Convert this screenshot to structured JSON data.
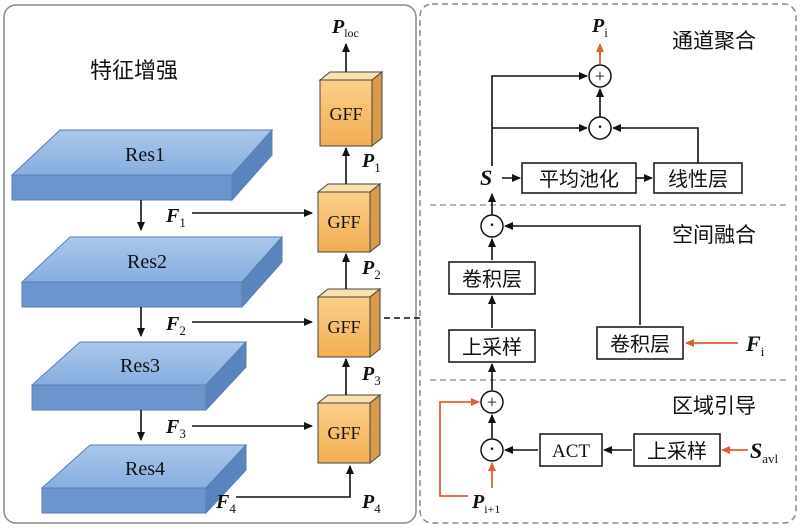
{
  "left_panel": {
    "title": "特征增强",
    "res_blocks": [
      "Res1",
      "Res2",
      "Res3",
      "Res4"
    ],
    "gff_label": "GFF",
    "features": [
      {
        "base": "F",
        "sub": "1"
      },
      {
        "base": "F",
        "sub": "2"
      },
      {
        "base": "F",
        "sub": "3"
      },
      {
        "base": "F",
        "sub": "4"
      }
    ],
    "p_labels": [
      {
        "base": "P",
        "sub": "1"
      },
      {
        "base": "P",
        "sub": "2"
      },
      {
        "base": "P",
        "sub": "3"
      },
      {
        "base": "P",
        "sub": "4"
      }
    ],
    "p_loc": {
      "base": "P",
      "sub": "loc"
    }
  },
  "right_panel": {
    "channel_section": {
      "title": "通道聚合",
      "output": {
        "base": "P",
        "sub": "i"
      },
      "s_label": "S",
      "avgpool": "平均池化",
      "linear": "线性层"
    },
    "spatial_section": {
      "title": "空间融合",
      "conv_top": "卷积层",
      "upsample": "上采样",
      "conv_right": "卷积层",
      "input": {
        "base": "F",
        "sub": "i"
      }
    },
    "region_section": {
      "title": "区域引导",
      "act": "ACT",
      "upsample": "上采样",
      "input_s": {
        "base": "S",
        "sub": "avl"
      },
      "input_p": {
        "base": "P",
        "sub": "i+1"
      }
    },
    "ops": {
      "plus": "+",
      "dot": "·"
    }
  }
}
